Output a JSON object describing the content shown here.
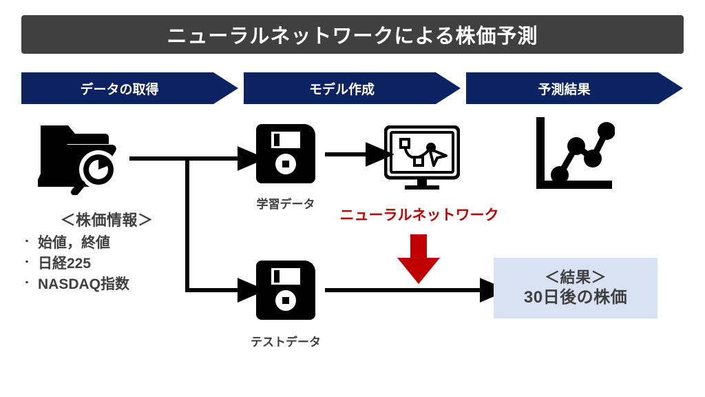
{
  "title": {
    "text": "ニューラルネットワークによる株価予測",
    "background": "#404040",
    "color": "#ffffff"
  },
  "phases": [
    {
      "label": "データの取得"
    },
    {
      "label": "モデル作成"
    },
    {
      "label": "予測結果"
    }
  ],
  "phase_color": "#0d2260",
  "data_source": {
    "icon": "folder-search-icon",
    "heading": "＜株価情報＞",
    "bullet": "・",
    "items": [
      "始値，終値",
      "日経225",
      "NASDAQ指数"
    ]
  },
  "datasets": [
    {
      "icon": "floppy-disk-icon",
      "label": "学習データ"
    },
    {
      "icon": "floppy-disk-icon",
      "label": "テストデータ"
    }
  ],
  "model": {
    "icon": "monitor-pen-tool-icon",
    "caption": "ニューラルネットワーク",
    "caption_color": "#c00000",
    "arrow_icon": "red-down-arrow-icon",
    "arrow_color": "#c00000"
  },
  "prediction": {
    "icon": "line-chart-icon"
  },
  "result": {
    "heading": "＜結果＞",
    "value": "30日後の株価",
    "background": "#d9e2f3",
    "color": "#3f3f3f"
  }
}
